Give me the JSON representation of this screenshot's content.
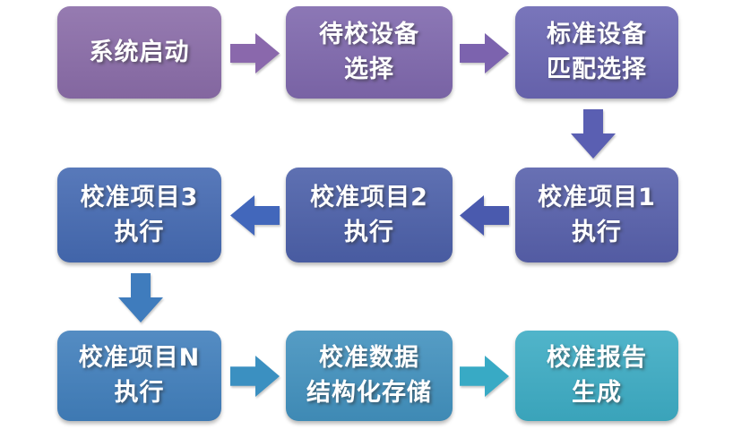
{
  "background_color": "#ffffff",
  "text_color": "#ffffff",
  "boxes": [
    {
      "lines": [
        "系统启动",
        ""
      ],
      "color": "#8a6ca8"
    },
    {
      "lines": [
        "待校设备",
        "选择"
      ],
      "color": "#7f68ad"
    },
    {
      "lines": [
        "标准设备",
        "匹配选择"
      ],
      "color": "#6a66b3"
    },
    {
      "lines": [
        "校准项目1",
        "执行"
      ],
      "color": "#5760ab"
    },
    {
      "lines": [
        "校准项目2",
        "执行"
      ],
      "color": "#4c60a9"
    },
    {
      "lines": [
        "校准项目3",
        "执行"
      ],
      "color": "#456ab2"
    },
    {
      "lines": [
        "校准项目N",
        "执行"
      ],
      "color": "#417fbc"
    },
    {
      "lines": [
        "校准数据",
        "结构化存储"
      ],
      "color": "#4291be"
    },
    {
      "lines": [
        "校准报告",
        "生成"
      ],
      "color": "#3dacc4"
    }
  ],
  "arrows": [
    {
      "direction": "right",
      "color": "#8a68ac"
    },
    {
      "direction": "right",
      "color": "#7c63ae"
    },
    {
      "direction": "down",
      "color": "#5a5fb2"
    },
    {
      "direction": "left",
      "color": "#4a5aae"
    },
    {
      "direction": "left",
      "color": "#4267bb"
    },
    {
      "direction": "down",
      "color": "#3f7cbd"
    },
    {
      "direction": "right",
      "color": "#3b90c1"
    },
    {
      "direction": "right",
      "color": "#38aac5"
    }
  ]
}
